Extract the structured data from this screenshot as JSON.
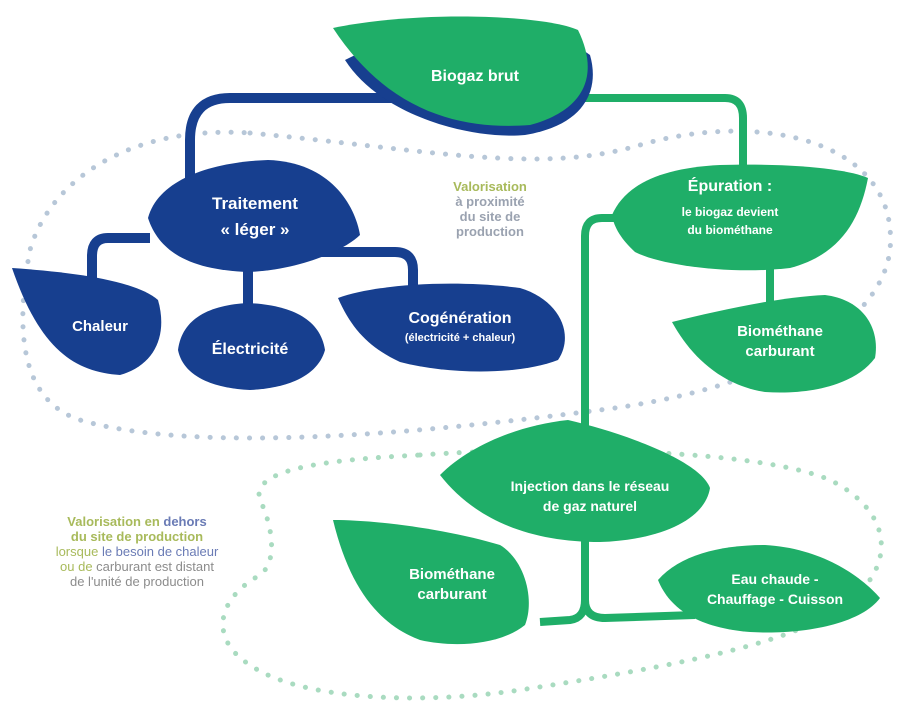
{
  "colors": {
    "blue": "#173f8f",
    "green": "#1fae68",
    "dot_olive": "#c9d68c",
    "dot_blue": "#8d97c6",
    "dot_green": "#9fd6b6",
    "text_olive": "#a8ba5b",
    "text_gray": "#8c8c8c",
    "text_blue": "#6a7bb5"
  },
  "nodes": {
    "biogaz_brut": "Biogaz brut",
    "traitement_line1": "Traitement",
    "traitement_line2": "« léger »",
    "chaleur": "Chaleur",
    "electricite": "Électricité",
    "cogeneration_line1": "Cogénération",
    "cogeneration_line2": "(électricité + chaleur)",
    "epuration_title": "Épuration :",
    "epuration_line1": "le biogaz devient",
    "epuration_line2": "du biométhane",
    "biomethane_top_line1": "Biométhane",
    "biomethane_top_line2": "carburant",
    "injection_line1": "Injection dans le réseau",
    "injection_line2": "de gaz naturel",
    "biomethane_bottom_line1": "Biométhane",
    "biomethane_bottom_line2": "carburant",
    "eau_line1": "Eau chaude -",
    "eau_line2": "Chauffage - Cuisson"
  },
  "notes": {
    "proximite": [
      "Valorisation",
      "à proximité",
      "du site de",
      "production"
    ],
    "dehors_bold_1": "Valorisation en ",
    "dehors_bold_2": "dehors",
    "dehors_line2": "du site de production",
    "dehors_line3a": "lorsque ",
    "dehors_line3b": "le besoin de chaleur",
    "dehors_line4a": "ou de ",
    "dehors_line4b": "carburant est distant",
    "dehors_line5": "de l'unité de production"
  }
}
